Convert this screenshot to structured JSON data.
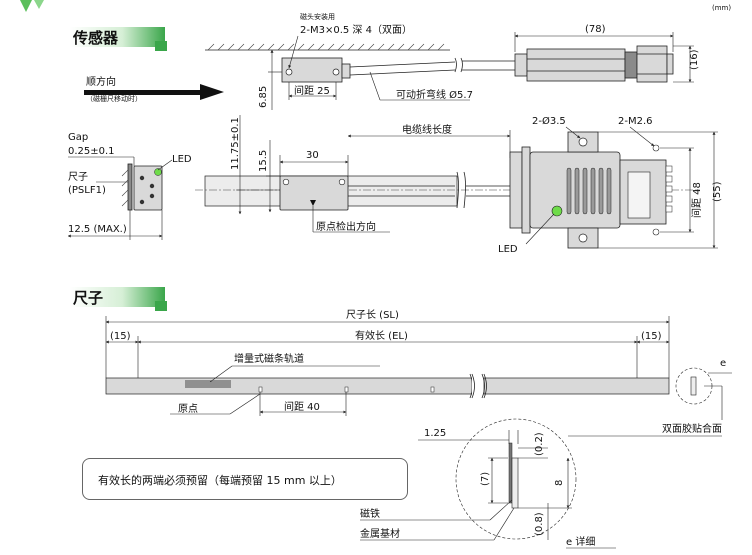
{
  "unit_label": "(mm)",
  "sections": {
    "sensor": "传感器",
    "scale": "尺子"
  },
  "sensor_top": {
    "mount_label": "磁头安装用",
    "thread_label": "2-M3×0.5 深 4（双面）",
    "length_78": "(78)",
    "height_16": "(16)",
    "dim_685": "6.85",
    "pitch_25": "间距 25",
    "cable_label": "可动折弯线 Ø5.7",
    "direction_label": "顺方向",
    "direction_sub": "（磁栅尺移动时）"
  },
  "sensor_front": {
    "gap_label": "Gap",
    "gap_value": "0.25±0.1",
    "ruler_label": "尺子",
    "ruler_model": "(PSLF1)",
    "led_left": "LED",
    "max_label": "12.5 (MAX.)",
    "dim_1175": "11.75±0.1",
    "dim_155": "15.5",
    "dim_30": "30",
    "origin_label": "原点检出方向",
    "cable_length": "电缆线长度",
    "hole_35": "2-Ø3.5",
    "thread_26": "2-M2.6",
    "pitch_48": "间距 48",
    "dim_55": "(55)",
    "led_right": "LED"
  },
  "scale": {
    "sl_label": "尺子长 (SL)",
    "el_label": "有效长 (EL)",
    "end_left": "(15)",
    "end_right": "(15)",
    "track_label": "增量式磁条轨道",
    "origin_label": "原点",
    "pitch_40": "间距 40",
    "e_label": "e",
    "tape_label": "双面胶贴合面",
    "note": "有效长的两端必须预留（每端预留 15 mm 以上）"
  },
  "detail": {
    "dim_125": "1.25",
    "dim_02": "(0.2)",
    "dim_7": "(7)",
    "dim_8": "8",
    "dim_08": "(0.8)",
    "magnet_label": "磁铁",
    "base_label": "金属基材",
    "title": "e 详细"
  },
  "colors": {
    "header_green": "#3aa64a",
    "led_green": "#6fdc4a",
    "body_gray": "#d9d9d9"
  }
}
